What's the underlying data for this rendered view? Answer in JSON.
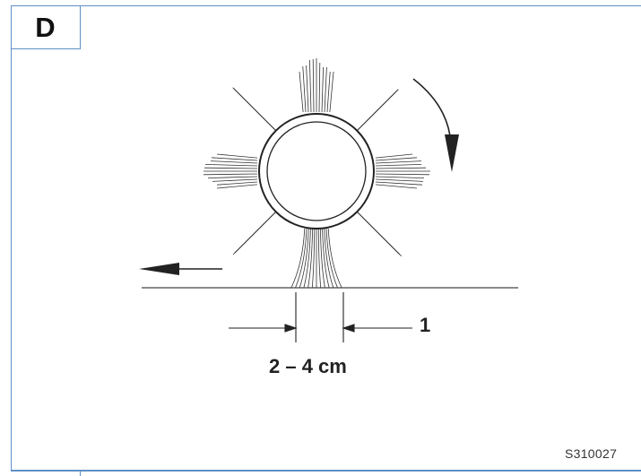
{
  "panel": {
    "letter": "D",
    "border_color": "#5f8fc4"
  },
  "diagram": {
    "dimension_label": "2 – 4 cm",
    "callout_number": "1",
    "figure_code": "S310027",
    "icons": [
      "brush-roller-icon",
      "rotation-arrow-icon",
      "travel-direction-arrow-icon"
    ]
  }
}
